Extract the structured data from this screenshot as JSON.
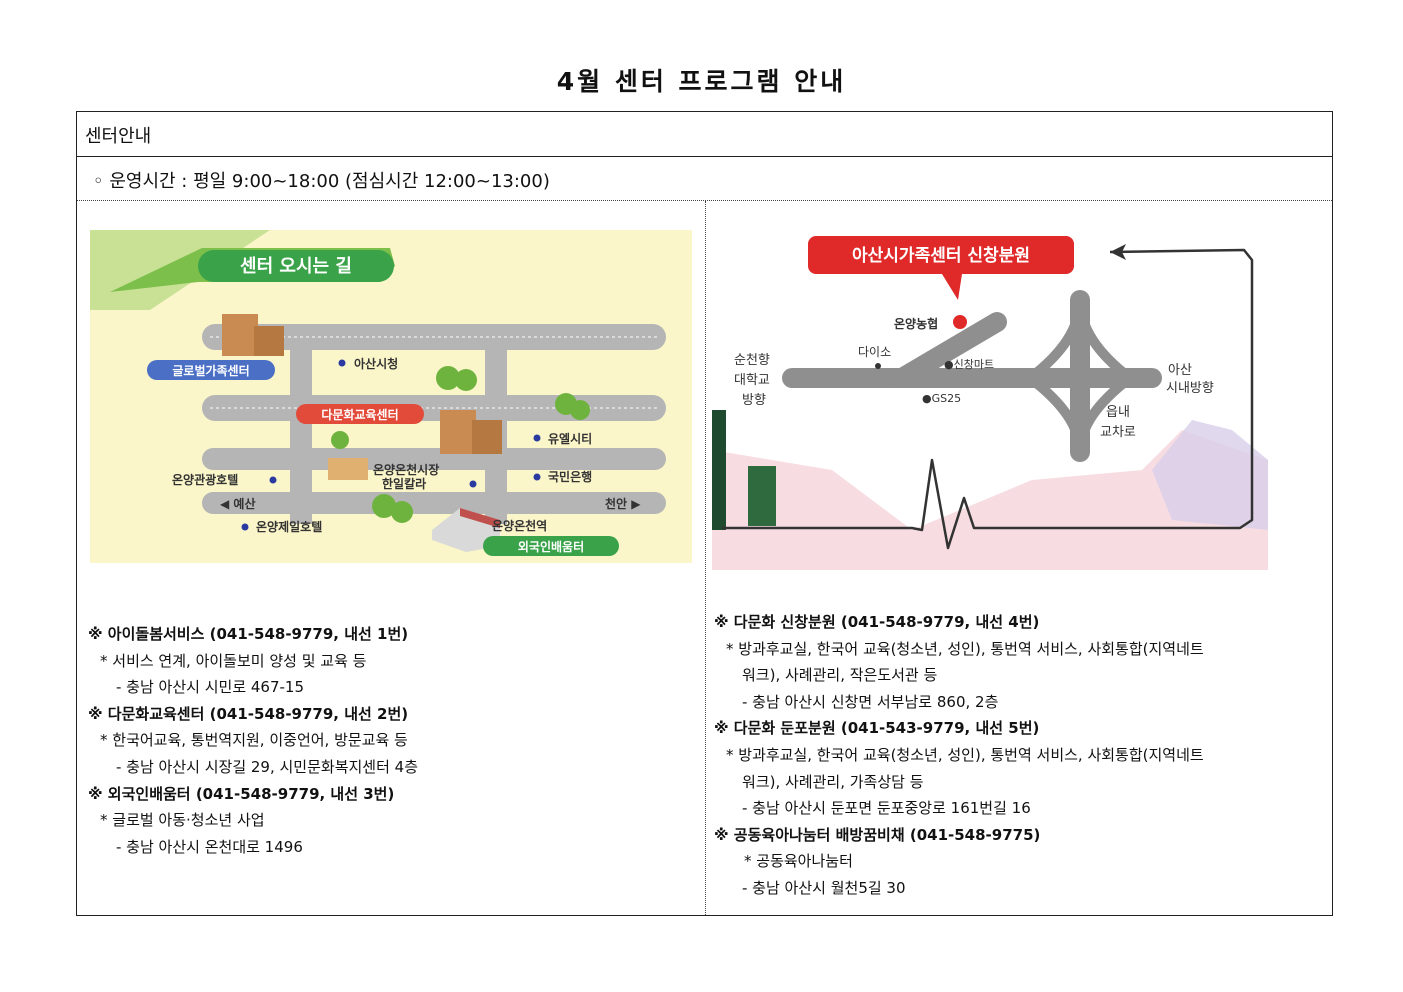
{
  "title": "4월 센터 프로그램 안내",
  "section_header": "센터안내",
  "hours": "◦ 운영시간 : 평일 9:00~18:00 (점심시간 12:00~13:00)",
  "map_left": {
    "banner": "센터 오시는 길",
    "labels": {
      "global_center": "글로벌가족센터",
      "city_hall": "아산시청",
      "multicultural_center": "다문화교육센터",
      "u_city": "유엘시티",
      "onyang_hotel": "온양관광호텔",
      "market": "온양온천시장",
      "hanil": "한일칼라",
      "kookmin": "국민은행",
      "yesan": "◀ 예산",
      "cheonan": "천안 ▶",
      "jeil_hotel": "온양제일호텔",
      "station": "온양온천역",
      "foreigner": "외국인배움터"
    }
  },
  "map_right": {
    "banner": "아산시가족센터 신창분원",
    "labels": {
      "nonghyup": "온양농협",
      "daiso": "다이소",
      "sinchang_mart": "●신창마트",
      "gs25": "●GS25",
      "soonchunhyang_1": "순천향",
      "soonchunhyang_2": "대학교",
      "soonchunhyang_3": "방향",
      "asan_1": "아산",
      "asan_2": "시내방향",
      "eupnae_1": "읍내",
      "eupnae_2": "교차로"
    }
  },
  "left_info": [
    {
      "header": "※ 아이돌봄서비스 (041-548-9779, 내선 1번)",
      "bullet": "* 서비스 연계, 아이돌보미 양성 및 교육 등",
      "address": "- 충남 아산시 시민로 467-15"
    },
    {
      "header": "※ 다문화교육센터 (041-548-9779, 내선 2번)",
      "bullet": "* 한국어교육, 통번역지원, 이중언어, 방문교육 등",
      "address": "- 충남 아산시 시장길 29, 시민문화복지센터 4층"
    },
    {
      "header": "※ 외국인배움터 (041-548-9779, 내선 3번)",
      "bullet": "* 글로벌 아동·청소년 사업",
      "address": "- 충남 아산시 온천대로 1496"
    }
  ],
  "right_info": [
    {
      "header": "※ 다문화 신창분원 (041-548-9779, 내선 4번)",
      "bullet": "* 방과후교실, 한국어 교육(청소년, 성인), 통번역 서비스, 사회통합(지역네트",
      "bullet_cont": "워크), 사례관리, 작은도서관 등",
      "address": "- 충남 아산시 신창면 서부남로 860, 2층"
    },
    {
      "header": "※ 다문화 둔포분원 (041-543-9779, 내선 5번)",
      "bullet": "* 방과후교실, 한국어 교육(청소년, 성인), 통번역 서비스, 사회통합(지역네트",
      "bullet_cont": "워크), 사례관리, 가족상담 등",
      "address": "- 충남 아산시 둔포면 둔포중앙로 161번길 16"
    },
    {
      "header": "※ 공동육아나눔터 배방꿈비채 (041-548-9775)",
      "bullet": "* 공동육아나눔터",
      "address": "- 충남 아산시 월천5길 30"
    }
  ]
}
